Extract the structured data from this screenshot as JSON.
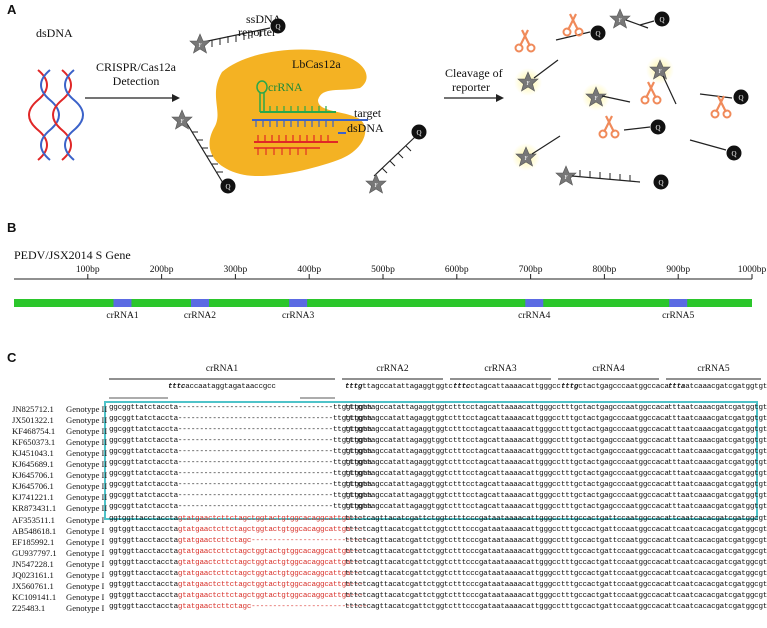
{
  "panelA": {
    "letter": "A",
    "dsdna_label": "dsDNA",
    "step1_line1": "CRISPR/Cas12a",
    "step1_line2": "Detection",
    "reporter_line1": "ssDNA",
    "reporter_line2": "reporter",
    "enzyme_label": "LbCas12a",
    "crrna_label": "crRNA",
    "target_line1": "target",
    "target_line2": "dsDNA",
    "step2_line1": "Cleavage of",
    "step2_line2": "reporter",
    "fluor_label": "F",
    "quencher_label": "Q",
    "colors": {
      "cas": "#f4b223",
      "dna_red": "#e02727",
      "dna_blue": "#3b62c9",
      "crrna_green": "#2aa84a",
      "glow": "#fff59a",
      "scissors": "#f08a5a"
    }
  },
  "panelB": {
    "letter": "B",
    "title": "PEDV/JSX2014 S Gene",
    "ticks": [
      "100bp",
      "200bp",
      "300bp",
      "400bp",
      "500bp",
      "600bp",
      "700bp",
      "800bp",
      "900bp",
      "1000bp"
    ],
    "crrnas": [
      "crRNA1",
      "crRNA2",
      "crRNA3",
      "crRNA4",
      "crRNA5"
    ],
    "colors": {
      "gene": "#2bc62b",
      "crrna": "#5b6be3"
    }
  },
  "panelC": {
    "letter": "C",
    "headers": [
      "crRNA1",
      "crRNA2",
      "crRNA3",
      "crRNA4",
      "crRNA5"
    ],
    "guide": {
      "crRNA1": {
        "pam": "tttc",
        "seq": "accaataggtagataaccgcc"
      },
      "crRNA2": {
        "pam": "tttg",
        "seq": "ttagccatattagaggtggtc"
      },
      "crRNA3": {
        "pam": "tttc",
        "seq": "ctagcattaaaacattgggcc"
      },
      "crRNA4": {
        "pam": "tttg",
        "seq": "ctactgagcccaatggccaca"
      },
      "crRNA5": {
        "pam": "ttta",
        "seq": "atcaaacgatcgatggtgttt"
      }
    },
    "box_color": "#4fc3c9",
    "rows": [
      {
        "acc": "JN825712.1",
        "genotype": "Genotype II",
        "c1": "ggcggttatctaccta------------------------------------ttggtggaa",
        "c2": "tttgttagccatattagaggtggtc",
        "c3": "tttcctagcattaaaacattgggcc",
        "c4": "tttgctactgagcccaatggccaca",
        "c5": "tttaatcaaacgatcgatggtgttt"
      },
      {
        "acc": "JX501322.1",
        "genotype": "Genotype II",
        "c1": "ggcggttatctaccta------------------------------------ttggtggaa",
        "c2": "tttgttagccatattagaggtggtc",
        "c3": "tttcctagcattaaaacattgggcc",
        "c4": "tttgctactgagcccaatggccaca",
        "c5": "tttaatcaaacgatcgatggtgttt"
      },
      {
        "acc": "KF468754.1",
        "genotype": "Genotype II",
        "c1": "ggcggttatctaccta------------------------------------ttggtggaa",
        "c2": "tttgttagccatattagaggtggtc",
        "c3": "tttcctagcattaaaacattgggcc",
        "c4": "tttgctactgagcccaatggccaca",
        "c5": "tttaatcaaacgatcgatggtgttt"
      },
      {
        "acc": "KF650373.1",
        "genotype": "Genotype II",
        "c1": "ggcggttatctaccta------------------------------------ttggtggaa",
        "c2": "tttgttagccatattagaggtggtc",
        "c3": "tttcctagcattaaaacattgggcc",
        "c4": "tttgctactgagcccaatggccaca",
        "c5": "tttaatcaaacgatcgatggtgttt"
      },
      {
        "acc": "KJ451043.1",
        "genotype": "Genotype II",
        "c1": "ggcggttatctaccta------------------------------------ttggtggaa",
        "c2": "tttgttagccatattagaggtggtc",
        "c3": "tttcctagcattaaaacattgggcc",
        "c4": "tttgctactgagcccaatggccaca",
        "c5": "tttaatcaaacgatcgatggtgttt"
      },
      {
        "acc": "KJ645689.1",
        "genotype": "Genotype II",
        "c1": "ggcggttatctaccta------------------------------------ttggtggaa",
        "c2": "tttgttagccatattagaggtggtc",
        "c3": "tttcctagcattaaaacattgggcc",
        "c4": "tttgctactgagcccaatggccaca",
        "c5": "tttaatcaaacgatcgatggtgttt"
      },
      {
        "acc": "KJ645706.1",
        "genotype": "Genotype II",
        "c1": "ggcggttatctaccta------------------------------------ttggtggaa",
        "c2": "tttgttagccatattagaggtggtc",
        "c3": "tttcctagcattaaaacattgggcc",
        "c4": "tttgctactgagcccaatggccaca",
        "c5": "tttaatcaaacgatcgatggtgttt"
      },
      {
        "acc": "KJ645706.1",
        "genotype": "Genotype II",
        "c1": "ggcggttatctaccta------------------------------------ttggtggaa",
        "c2": "tttgttagccatattagaggtggtc",
        "c3": "tttcctagcattaaaacattgggcc",
        "c4": "tttgctactgagcccaatggccaca",
        "c5": "tttaatcaaacgatcgatggtgttt"
      },
      {
        "acc": "KJ741221.1",
        "genotype": "Genotype II",
        "c1": "ggcggttatctaccta------------------------------------ttggtggaa",
        "c2": "tttgttagccatattagaggtggtc",
        "c3": "tttcctagcattaaaacattgggcc",
        "c4": "tttgctactgagcccaatggccaca",
        "c5": "tttaatcaaacgatcgatggtgttt"
      },
      {
        "acc": "KR873431.1",
        "genotype": "Genotype II",
        "c1": "ggcggttatctaccta------------------------------------ttggtggaa",
        "c2": "tttgttagccatattagaggtggtc",
        "c3": "tttcctagcattaaaacattgggcc",
        "c4": "tttgctactgagcccaatggccaca",
        "c5": "tttaatcaaacgatcgatggtgttt"
      },
      {
        "acc": "AF353511.1",
        "genotype": "Genotype I",
        "c1": "ggtggttacctacctagtatgaactcttctagctggtactgtggcacaggcattga---",
        "c2": "tttctcagttacatcgattctggtc",
        "c3": "tttcccgataataaaacattgggcc",
        "c4": "tttgccactgattccaatggccaca",
        "c5": "ttcaatcacacgatcgatggcgttt"
      },
      {
        "acc": "AB548618.1",
        "genotype": "Genotype I",
        "c1": "ggtggttacctacctagtatgaactcttctagctggtactgtggcacaggcattga---",
        "c2": "tttctcagttacatcgattctggtc",
        "c3": "tttcccgataataaaacattgggcc",
        "c4": "tttgccactgattccaatggccaca",
        "c5": "ttcaatcacacgatcgatggcgttt"
      },
      {
        "acc": "EF185992.1",
        "genotype": "Genotype I",
        "c1": "ggtggttacctacctagtatgaactcttctagc---------------------------",
        "c2": "tttctcagttacatcgattctggtc",
        "c3": "tttcccgataataaaacattgggcc",
        "c4": "tttgccactgattccaatggccaca",
        "c5": "ttcaatcacacgatcgatggcgttt"
      },
      {
        "acc": "GU937797.1",
        "genotype": "Genotype I",
        "c1": "ggtggttacctacctagtatgaactcttctagctggtactgtggcacaggcattga---",
        "c2": "tttctcagttacatcgattctggtc",
        "c3": "tttcccgataataaaacattgggcc",
        "c4": "tttgccactgattccaatggccaca",
        "c5": "ttcaatcacacgatcgatggcgttt"
      },
      {
        "acc": "JN547228.1",
        "genotype": "Genotype I",
        "c1": "ggtggttacctacctagtatgaactcttctagctggtactgtggcacaggcattga---",
        "c2": "tttctcagttacatcgattctggtc",
        "c3": "tttcccgataataaaacattgggcc",
        "c4": "tttgccactgattccaatggccaca",
        "c5": "ttcaatcacacgatcgatggcgttt"
      },
      {
        "acc": "JQ023161.1",
        "genotype": "Genotype I",
        "c1": "ggtggttacctacctagtatgaactcttctagctggtactgtggcacaggcattga---",
        "c2": "tttctcagttacatcgattctggtc",
        "c3": "tttcccgataataaaacattgggcc",
        "c4": "tttgccactgattccaatggccaca",
        "c5": "ttcaatcacacgatcgatggcgttt"
      },
      {
        "acc": "JX560761.1",
        "genotype": "Genotype I",
        "c1": "ggtggttacctacctagtatgaactcttctagctggtactgtggcacaggcattga---",
        "c2": "tttctcagttacatcgattctggtc",
        "c3": "tttcccgataataaaacattgggcc",
        "c4": "tttgccactgattccaatggccaca",
        "c5": "ttcaatcacacgatcgatggcgttt"
      },
      {
        "acc": "KC109141.1",
        "genotype": "Genotype I",
        "c1": "ggtggttacctacctagtatgaactcttctagctggtactgtggcacaggcattga---",
        "c2": "tttctcagttacatcgattctggtc",
        "c3": "tttcccgataataaaacattgggcc",
        "c4": "tttgccactgattccaatggccaca",
        "c5": "ttcaatcacacgatcgatggcgttt"
      },
      {
        "acc": "Z25483.1",
        "genotype": "Genotype I",
        "c1": "ggtggttacctacctagtatgaactcttctagc---------------------------",
        "c2": "tttctcagttacatcgattctggtc",
        "c3": "tttcccgataataaaacattgggcc",
        "c4": "tttgccactgattccaatggccaca",
        "c5": "ttcaatcacacgatcgatggcgttt"
      }
    ]
  }
}
